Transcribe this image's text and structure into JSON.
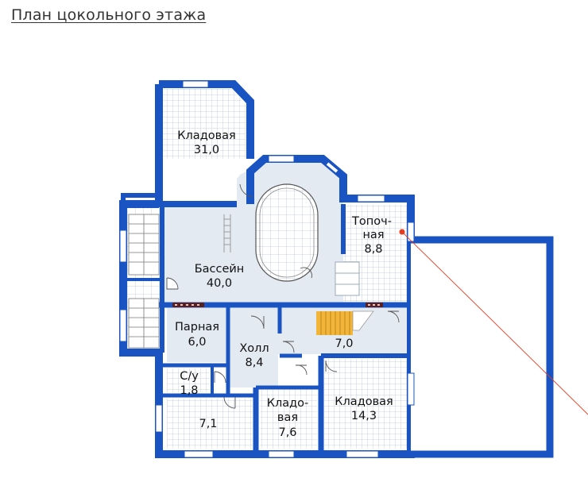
{
  "title": "План цокольного этажа",
  "colors": {
    "wall": "#1a54c2",
    "floor": "#e4eaf2",
    "tile": "#ffffff",
    "pool": "#dde6ee",
    "stairs": "#f2b53a",
    "pointer": "#e83a1e"
  },
  "rooms": {
    "storage1": {
      "name": "Кладовая",
      "area": "31,0"
    },
    "boiler": {
      "name_line1": "Топоч-",
      "name_line2": "ная",
      "area": "8,8"
    },
    "pool": {
      "name": "Бассейн",
      "area": "40,0"
    },
    "sauna": {
      "name": "Парная",
      "area": "6,0"
    },
    "hall": {
      "name": "Холл",
      "area": "8,4"
    },
    "stairs_area": {
      "area": "7,0"
    },
    "wc": {
      "name": "С/у",
      "area": "1,8"
    },
    "room71": {
      "area": "7,1"
    },
    "storage2": {
      "name_line1": "Кладо-",
      "name_line2": "вая",
      "area": "7,6"
    },
    "storage3": {
      "name": "Кладовая",
      "area": "14,3"
    }
  }
}
